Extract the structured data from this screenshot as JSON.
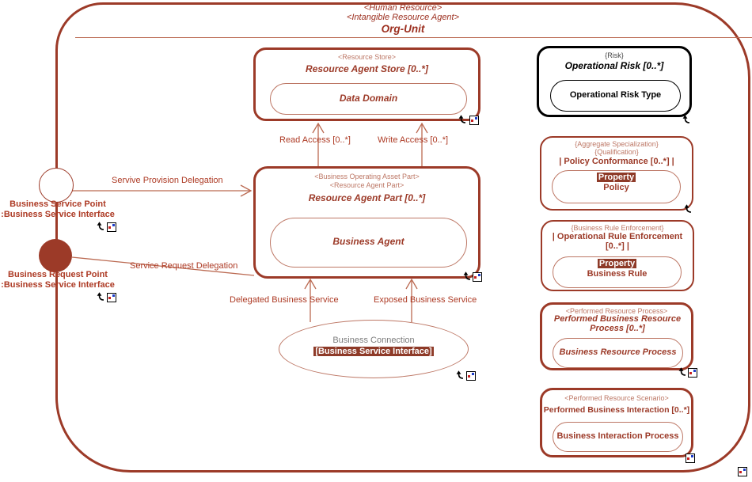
{
  "org_unit": {
    "stereotype_1": "<Human Resource>",
    "stereotype_2": "<Intangible Resource Agent>",
    "title": "Org-Unit"
  },
  "store": {
    "stereotype": "<Resource Store>",
    "title": "Resource Agent Store [0..*]",
    "member": "Data Domain"
  },
  "agent_part": {
    "stereotype_1": "<Business Operating Asset Part>",
    "stereotype_2": "<Resource Agent Part>",
    "title": "Resource Agent Part [0..*]",
    "member": "Business Agent"
  },
  "service_point": {
    "name": "Business Service Point",
    "interface": ":Business Service Interface"
  },
  "request_point": {
    "name": "Business Request Point",
    "interface": ":Business Service Interface"
  },
  "connectors": {
    "read_access": "Read Access [0..*]",
    "write_access": "Write Access [0..*]",
    "service_provision": "Servive Provision Delegation",
    "service_request": "Service Request Delegation",
    "delegated_service": "Delegated Business Service",
    "exposed_service": "Exposed Business Service"
  },
  "connection": {
    "title": "Business Connection",
    "interface": "[Business Service Interface]"
  },
  "risk": {
    "stereotype": "{Risk}",
    "title": "Operational Risk [0..*]",
    "member": "Operational Risk Type"
  },
  "policy": {
    "stereotype_1": "{Aggregate Specialization}",
    "stereotype_2": "{Qualification}",
    "title": "| Policy Conformance [0..*] |",
    "property_label": "Property",
    "member": "Policy"
  },
  "rule": {
    "stereotype": "{Business Rule Enforcement}",
    "title": "| Operational Rule Enforcement [0..*] |",
    "property_label": "Property",
    "member": "Business Rule"
  },
  "process": {
    "stereotype": "<Performed Resource Process>",
    "title": "Performed Business Resource Process [0..*]",
    "member": "Business Resource Process"
  },
  "interaction": {
    "stereotype": "<Performed Resource Scenario>",
    "title": "Performed Business Interaction [0..*]",
    "member": "Business Interaction Process"
  },
  "colors": {
    "primary": "#9c3a28",
    "connector_line": "#bb6a52",
    "label_text": "#ad3a24",
    "stereotype_text": "#bd7765",
    "highlight_bg": "#8e3a28",
    "risk_border": "#000000",
    "gray_text": "#7d7d7d"
  }
}
